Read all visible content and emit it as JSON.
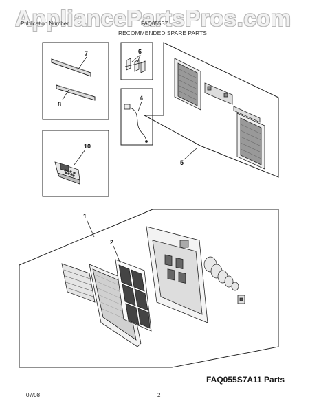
{
  "watermark": "AppliancePartsPros.com",
  "header": {
    "left": "Publication Number",
    "right": "FAQ055S7",
    "title": "RECOMMENDED SPARE PARTS"
  },
  "callouts": {
    "c1": "1",
    "c2": "2",
    "c4": "4",
    "c5": "5",
    "c6": "6",
    "c7": "7",
    "c8": "8",
    "c10": "10"
  },
  "model_label": "FAQ055S7A11 Parts",
  "footer": {
    "date": "07/08",
    "page": "2"
  }
}
